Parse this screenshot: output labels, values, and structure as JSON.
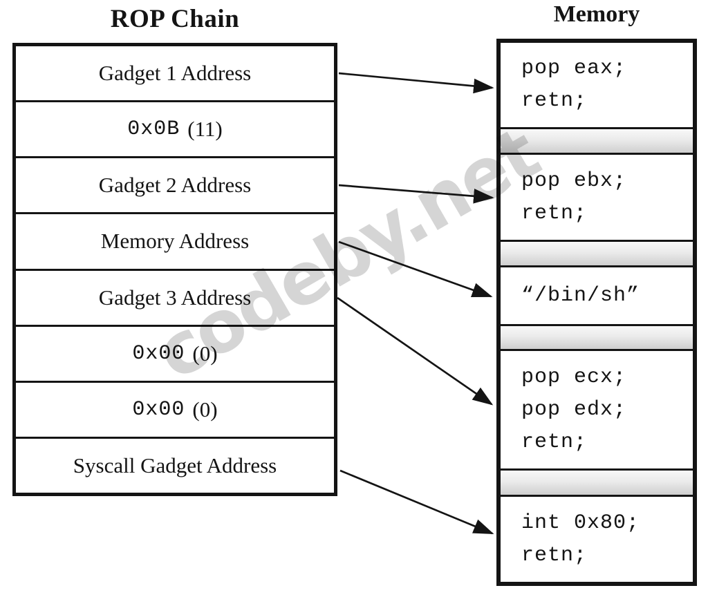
{
  "rop": {
    "title": "ROP Chain",
    "rows": [
      {
        "mono": "",
        "serif": "Gadget 1 Address"
      },
      {
        "mono": "0x0B",
        "serif": "(11)"
      },
      {
        "mono": "",
        "serif": "Gadget 2 Address"
      },
      {
        "mono": "",
        "serif": "Memory Address"
      },
      {
        "mono": "",
        "serif": "Gadget 3 Address"
      },
      {
        "mono": "0x00",
        "serif": "(0)"
      },
      {
        "mono": "0x00",
        "serif": "(0)"
      },
      {
        "mono": "",
        "serif": "Syscall Gadget Address"
      }
    ]
  },
  "memory": {
    "title": "Memory",
    "sections": [
      {
        "lines": [
          "pop eax;",
          "retn;"
        ]
      },
      {
        "lines": [
          "pop ebx;",
          "retn;"
        ]
      },
      {
        "lines": [
          "“/bin/sh”"
        ]
      },
      {
        "lines": [
          "pop ecx;",
          "pop edx;",
          "retn;"
        ]
      },
      {
        "lines": [
          "int 0x80;",
          "retn;"
        ]
      }
    ]
  },
  "watermark": {
    "text": "codeby.net"
  },
  "colors": {
    "line": "#141414",
    "spacer_top": "#f8f8f8",
    "spacer_bottom": "#cfcfcf",
    "watermark": "#c9c9c9",
    "background": "#ffffff"
  }
}
